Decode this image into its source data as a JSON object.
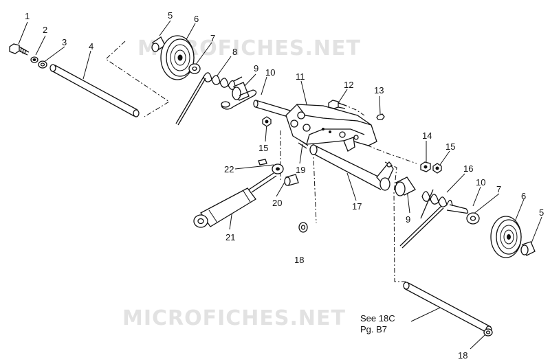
{
  "watermark": "MICROFICHES.NET",
  "callouts": {
    "c1": "1",
    "c2": "2",
    "c3": "3",
    "c4": "4",
    "c5a": "5",
    "c6a": "6",
    "c7a": "7",
    "c8": "8",
    "c9a": "9",
    "c10a": "10",
    "c11": "11",
    "c12": "12",
    "c13": "13",
    "c14": "14",
    "c15a": "15",
    "c15b": "15",
    "c16": "16",
    "c10b": "10",
    "c7b": "7",
    "c6b": "6",
    "c5b": "5",
    "c9b": "9",
    "c17": "17",
    "c18a": "18",
    "c18b": "18",
    "c19": "19",
    "c20": "20",
    "c21": "21",
    "c22": "22"
  },
  "note": {
    "line1": "See 18C",
    "line2": "Pg. B7"
  }
}
